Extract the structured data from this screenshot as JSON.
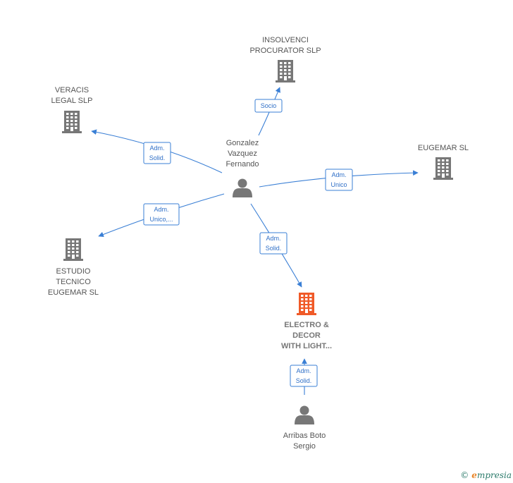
{
  "nodes": [
    {
      "id": "gonzalez",
      "kind": "person",
      "lines": [
        "Gonzalez",
        "Vazquez",
        "Fernando"
      ],
      "color": "#777777"
    },
    {
      "id": "insolvenci",
      "kind": "company",
      "lines": [
        "INSOLVENCI",
        "PROCURATOR SLP"
      ],
      "color": "#777777"
    },
    {
      "id": "veracis",
      "kind": "company",
      "lines": [
        "VERACIS",
        "LEGAL  SLP"
      ],
      "color": "#777777"
    },
    {
      "id": "eugemar",
      "kind": "company",
      "lines": [
        "EUGEMAR SL"
      ],
      "color": "#777777"
    },
    {
      "id": "estudio",
      "kind": "company",
      "lines": [
        "ESTUDIO",
        "TECNICO",
        "EUGEMAR  SL"
      ],
      "color": "#777777"
    },
    {
      "id": "electro",
      "kind": "company",
      "lines": [
        "ELECTRO &",
        "DECOR",
        "WITH LIGHT..."
      ],
      "color": "#f05a28",
      "focus": true
    },
    {
      "id": "arribas",
      "kind": "person",
      "lines": [
        "Arribas Boto",
        "Sergio"
      ],
      "color": "#777777"
    }
  ],
  "edges": [
    {
      "id": "e-insolvenci",
      "from": "gonzalez",
      "to": "insolvenci",
      "lines": [
        "Socio"
      ]
    },
    {
      "id": "e-veracis",
      "from": "gonzalez",
      "to": "veracis",
      "lines": [
        "Adm.",
        "Solid."
      ]
    },
    {
      "id": "e-eugemar",
      "from": "gonzalez",
      "to": "eugemar",
      "lines": [
        "Adm.",
        "Unico"
      ]
    },
    {
      "id": "e-estudio",
      "from": "gonzalez",
      "to": "estudio",
      "lines": [
        "Adm.",
        "Unico,..."
      ]
    },
    {
      "id": "e-electro",
      "from": "gonzalez",
      "to": "electro",
      "lines": [
        "Adm.",
        "Solid."
      ]
    },
    {
      "id": "e-arribas",
      "from": "arribas",
      "to": "electro",
      "lines": [
        "Adm.",
        "Solid."
      ]
    }
  ],
  "watermark": {
    "copyright": "©",
    "brand_initial": "e",
    "brand_rest": "mpresia"
  }
}
